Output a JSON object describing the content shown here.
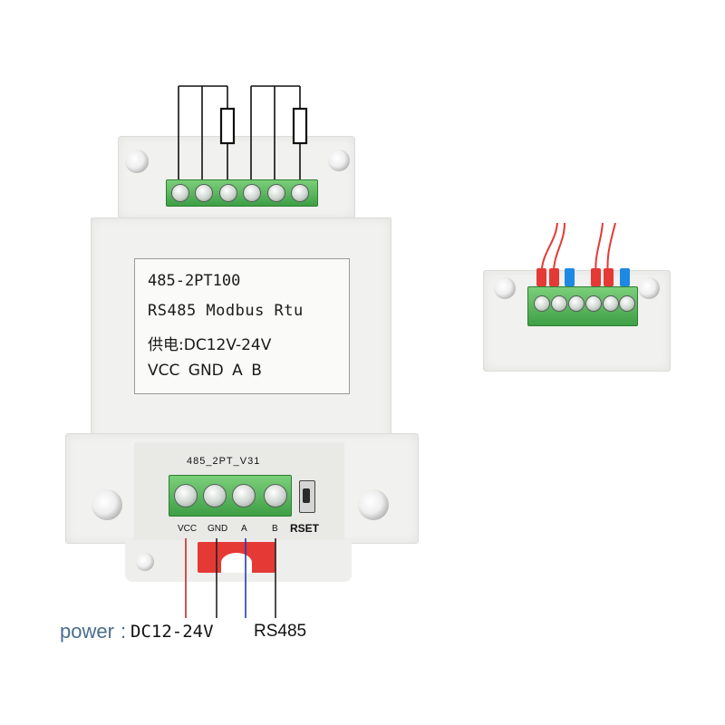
{
  "module_label": {
    "line1": "485-2PT100",
    "line2": "RS485 Modbus Rtu",
    "line3": "供电:DC12V-24V",
    "line4": "VCC GND A B"
  },
  "board_silkscreen": {
    "model": "485_2PT_V31",
    "terminals": [
      "VCC",
      "GND",
      "A",
      "B"
    ],
    "reset": "RSET"
  },
  "caption": {
    "power_label": "power",
    "power_sep": ":",
    "power_value": "DC12-24V",
    "rs485": "RS485"
  },
  "colors": {
    "terminal_green": "#3e9f45",
    "power_wire": "#c62828",
    "bus_wire": "#1e3fb4",
    "caption_power": "#4a6d8c",
    "red_tab": "#e53935"
  },
  "icons": {
    "pt100_sensor": "resistor-icon",
    "reset_switch": "tactile-button-icon"
  }
}
